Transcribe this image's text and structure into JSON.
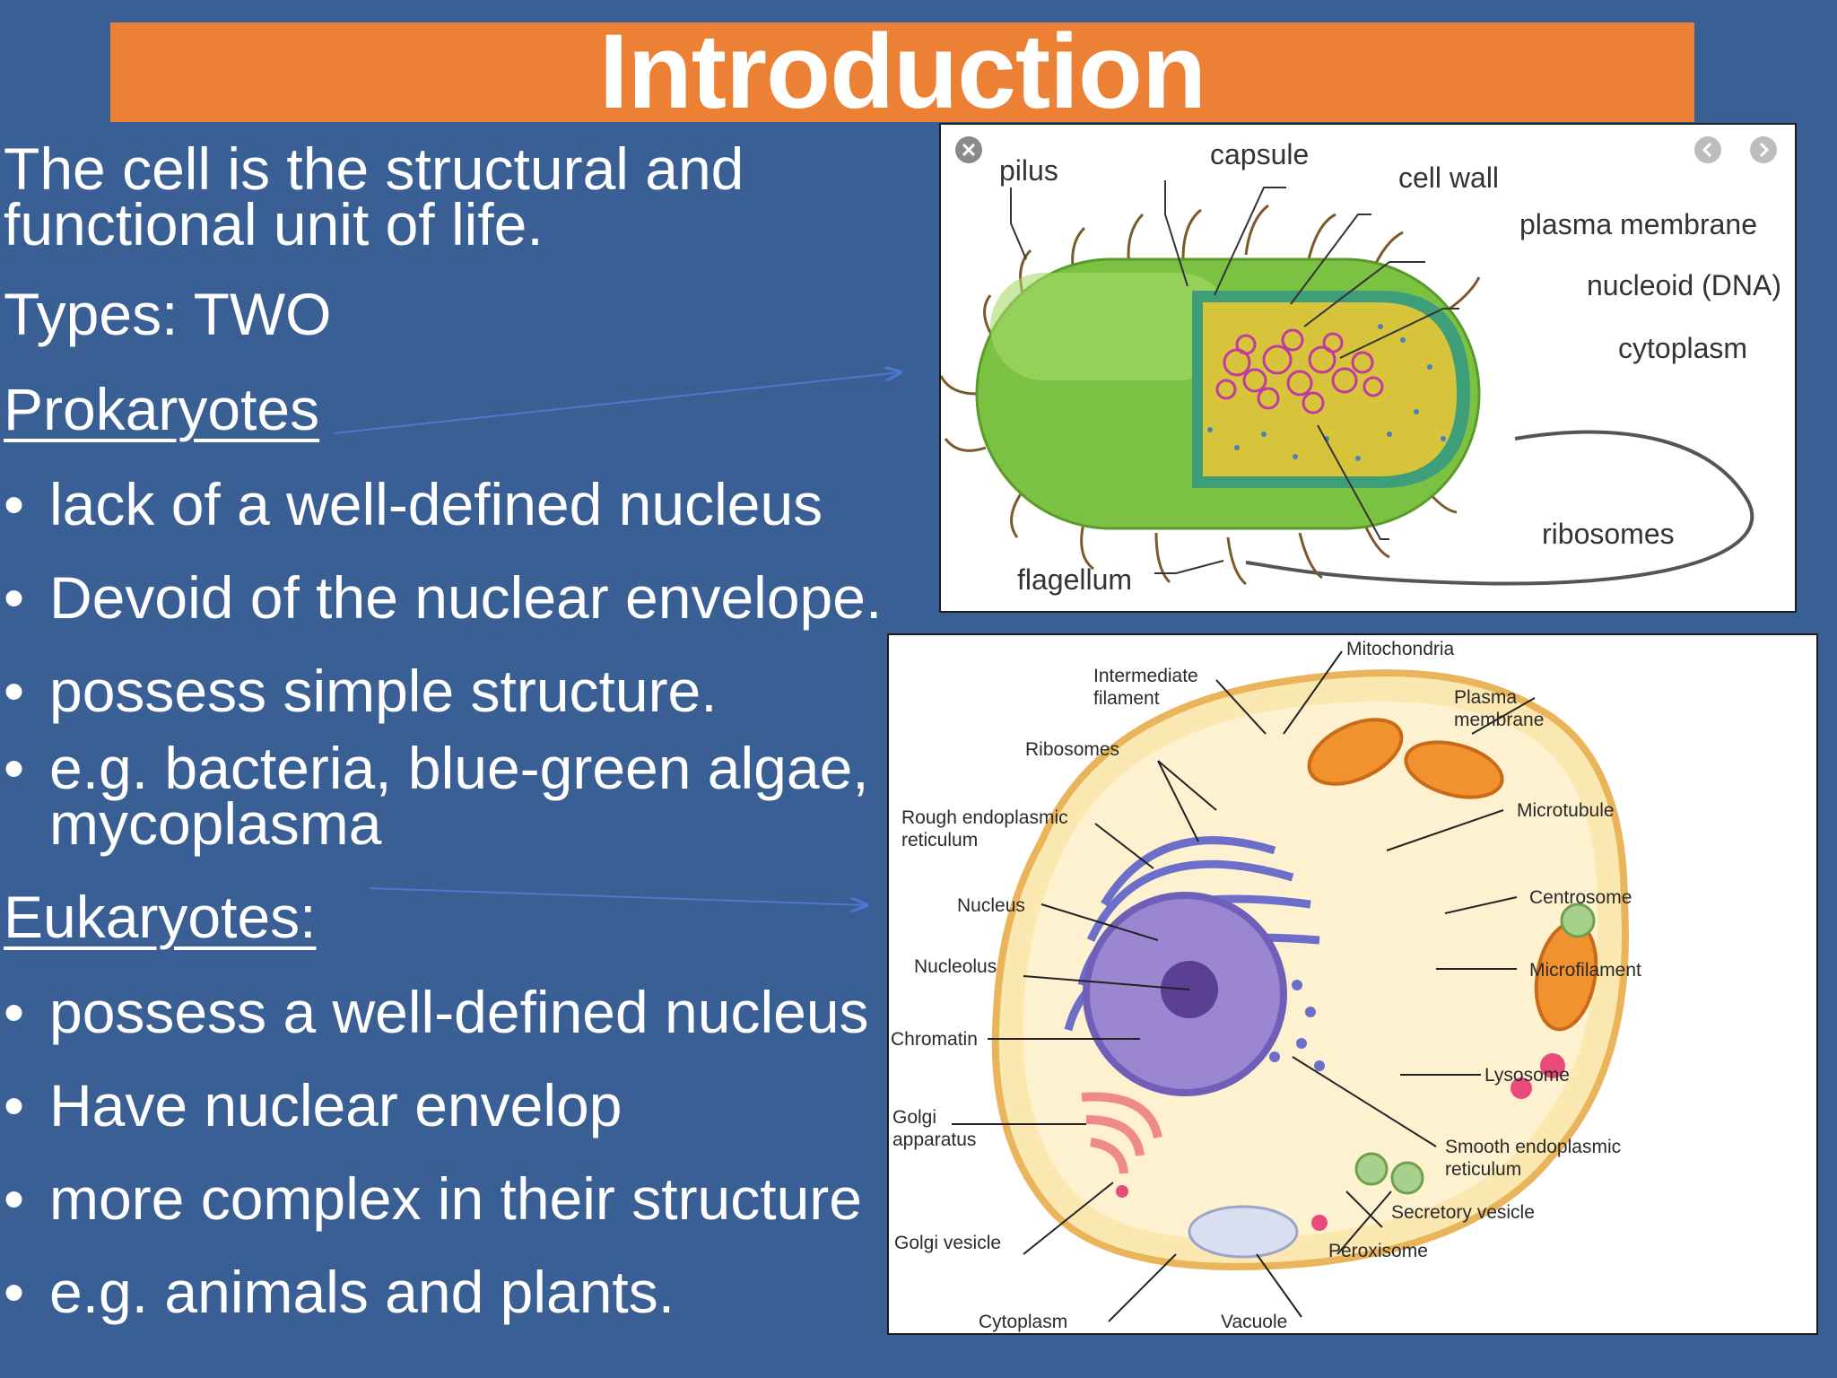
{
  "slide": {
    "title": "Introduction",
    "intro_line1": "The cell is the structural and",
    "intro_line2": "functional unit of life.",
    "types": "Types: TWO",
    "prokaryotes": {
      "heading": "Prokaryotes",
      "bullets": [
        "lack of a well-defined nucleus",
        "Devoid of the nuclear envelope.",
        "possess simple structure.",
        "e.g. bacteria, blue-green algae,",
        "mycoplasma"
      ]
    },
    "eukaryotes": {
      "heading": "Eukaryotes:",
      "bullets": [
        "possess a well-defined nucleus",
        "Have nuclear envelop",
        "more complex in their structure",
        "e.g. animals and plants."
      ]
    },
    "bullet_char": "•"
  },
  "bacterium_diagram": {
    "labels": {
      "pilus": "pilus",
      "capsule": "capsule",
      "cell_wall": "cell wall",
      "plasma_membrane": "plasma membrane",
      "nucleoid": "nucleoid (DNA)",
      "cytoplasm": "cytoplasm",
      "ribosomes": "ribosomes",
      "flagellum": "flagellum"
    },
    "colors": {
      "outer": "#7cc242",
      "inner": "#c9c033",
      "dna": "#c13aa0"
    }
  },
  "animal_cell_diagram": {
    "labels": {
      "mitochondria": "Mitochondria",
      "intermediate_filament": [
        "Intermediate",
        "filament"
      ],
      "plasma_membrane": [
        "Plasma",
        "membrane"
      ],
      "ribosomes": "Ribosomes",
      "microtubule": "Microtubule",
      "rough_er": [
        "Rough endoplasmic",
        "reticulum"
      ],
      "centrosome": "Centrosome",
      "nucleus": "Nucleus",
      "nucleolus": "Nucleolus",
      "microfilament": "Microfilament",
      "chromatin": "Chromatin",
      "lysosome": "Lysosome",
      "golgi_apparatus": [
        "Golgi",
        "apparatus"
      ],
      "smooth_er": [
        "Smooth endoplasmic",
        "reticulum"
      ],
      "secretory_vesicle": "Secretory vesicle",
      "golgi_vesicle": "Golgi vesicle",
      "peroxisome": "Peroxisome",
      "cytoplasm": "Cytoplasm",
      "vacuole": "Vacuole"
    }
  }
}
